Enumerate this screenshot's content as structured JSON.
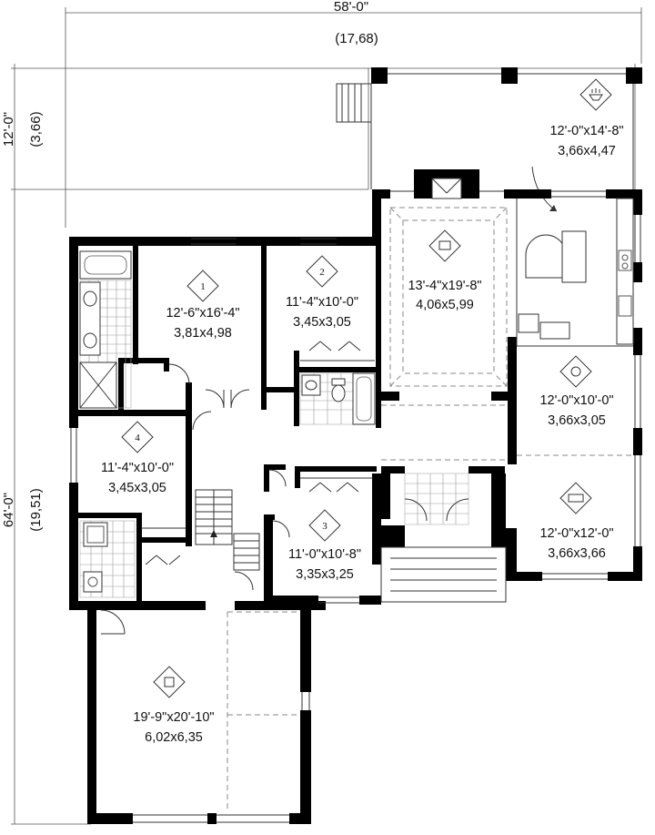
{
  "dimensions": {
    "overall_width_ft": "58'-0\"",
    "overall_width_m": "(17,68)",
    "porch_depth_ft": "12'-0\"",
    "porch_depth_m": "(3,66)",
    "overall_depth_ft": "64'-0\"",
    "overall_depth_m": "(19,51)"
  },
  "rooms": {
    "bedroom1": {
      "number": "1",
      "size_ft": "12'-6\"x16'-4\"",
      "size_m": "3,81x4,98",
      "icon": "bed-icon"
    },
    "bedroom2": {
      "number": "2",
      "size_ft": "11'-4\"x10'-0\"",
      "size_m": "3,45x3,05",
      "icon": "bed-icon"
    },
    "bedroom3": {
      "number": "3",
      "size_ft": "11'-0\"x10'-8\"",
      "size_m": "3,35x3,25",
      "icon": "bed-icon"
    },
    "bedroom4": {
      "number": "4",
      "size_ft": "11'-4\"x10'-0\"",
      "size_m": "3,45x3,05",
      "icon": "bed-icon"
    },
    "living": {
      "size_ft": "13'-4\"x19'-8\"",
      "size_m": "4,06x5,99",
      "icon": "tv-icon"
    },
    "porch": {
      "size_ft": "12'-0\"x14'-8\"",
      "size_m": "3,66x4,47",
      "icon": "grill-icon"
    },
    "dining": {
      "size_ft": "12'-0\"x10'-0\"",
      "size_m": "3,66x3,05",
      "icon": "dining-icon"
    },
    "family": {
      "size_ft": "12'-0\"x12'-0\"",
      "size_m": "3,66x3,66",
      "icon": "sofa-icon"
    },
    "garage": {
      "size_ft": "19'-9\"x20'-10\"",
      "size_m": "6,02x6,35",
      "icon": "car-icon"
    }
  }
}
